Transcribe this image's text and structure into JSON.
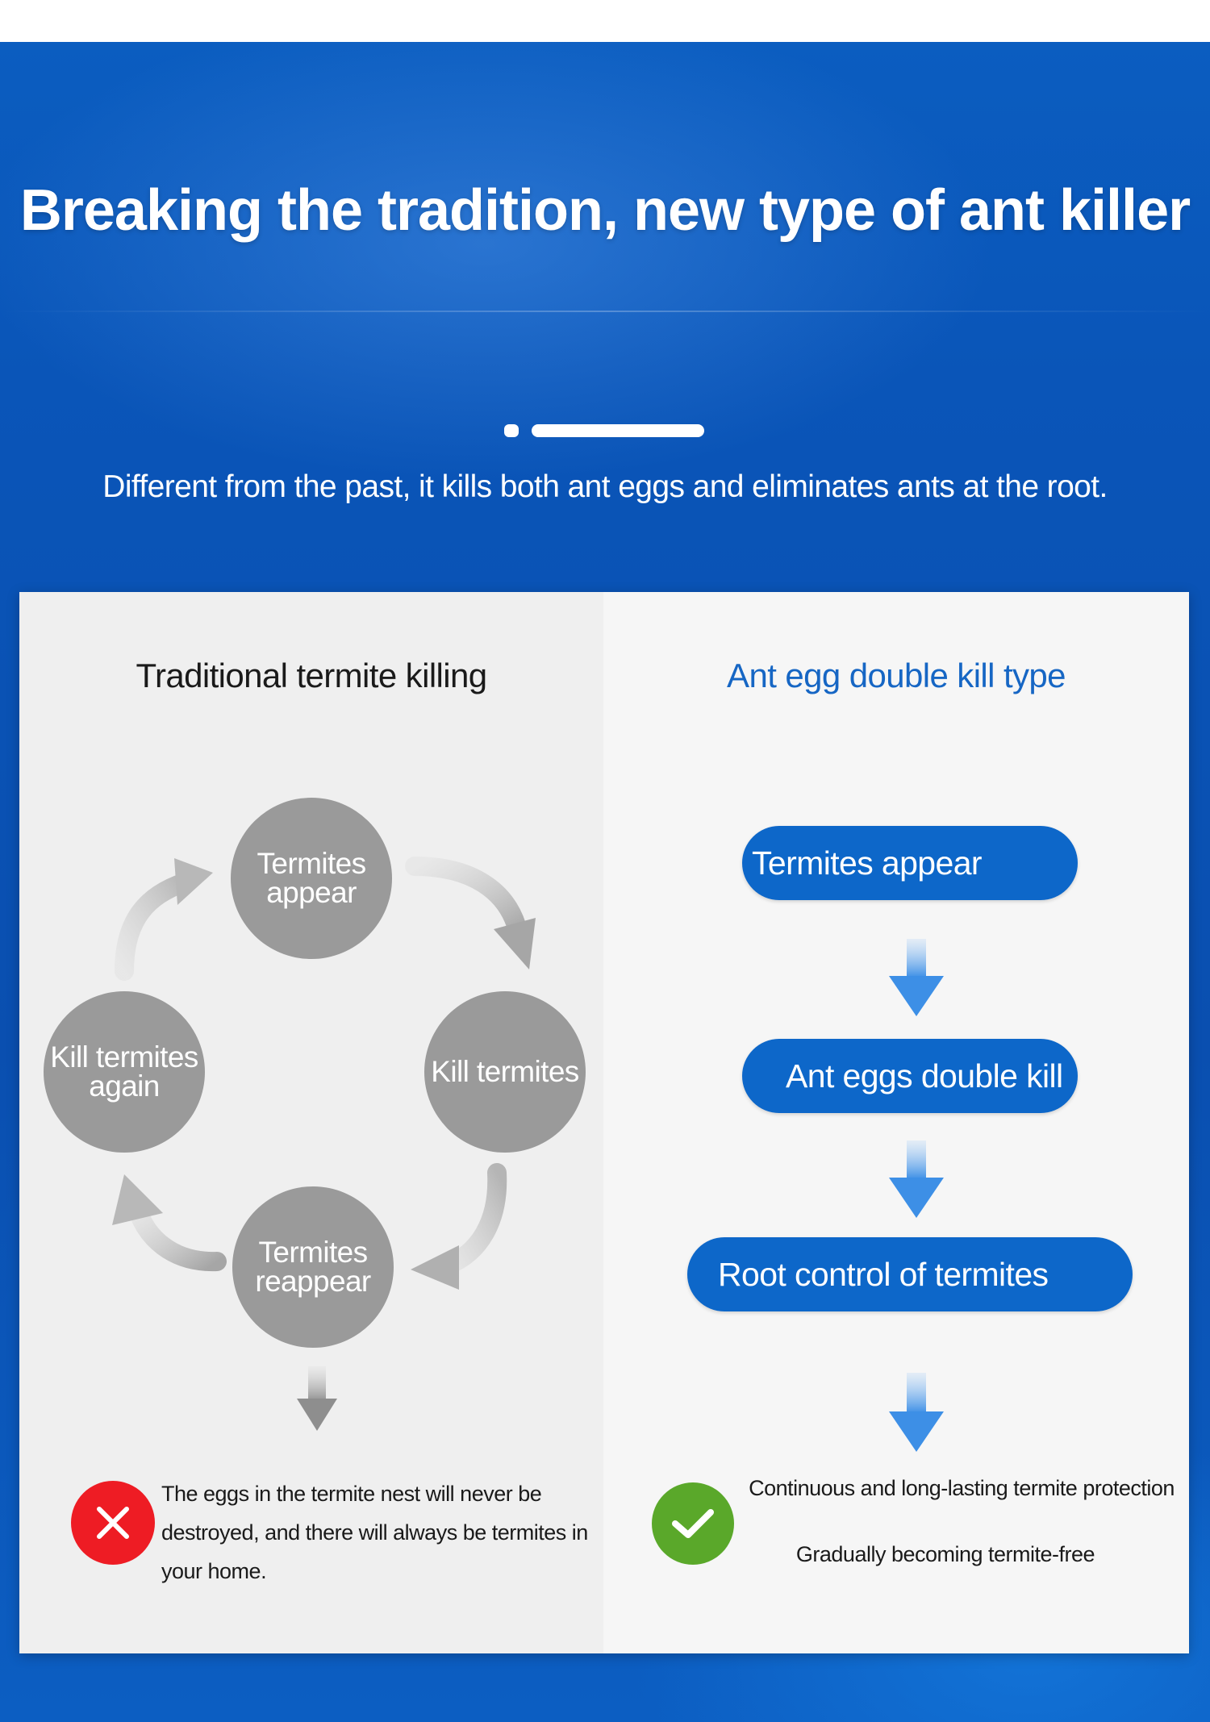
{
  "banner": {
    "headline": "Breaking the tradition, new type of ant killer",
    "subtitle": "Different from the past, it kills both ant eggs and eliminates ants at the root."
  },
  "traditional": {
    "title": "Traditional termite killing",
    "cycle": [
      "Termites appear",
      "Kill termites",
      "Termites reappear",
      "Kill termites again"
    ],
    "conclusion": "The eggs in the termite nest will never be destroyed, and there will always be termites in your home.",
    "status_icon": "cross-icon",
    "status_color": "#ee1c24"
  },
  "new_type": {
    "title": "Ant egg double kill type",
    "steps": [
      "Termites appear",
      "Ant eggs double kill",
      "Root control of termites"
    ],
    "results": [
      "Continuous and long-lasting termite protection",
      "Gradually becoming termite-free"
    ],
    "status_icon": "check-icon",
    "status_color": "#5aa82a",
    "accent_color": "#0d67c9"
  }
}
